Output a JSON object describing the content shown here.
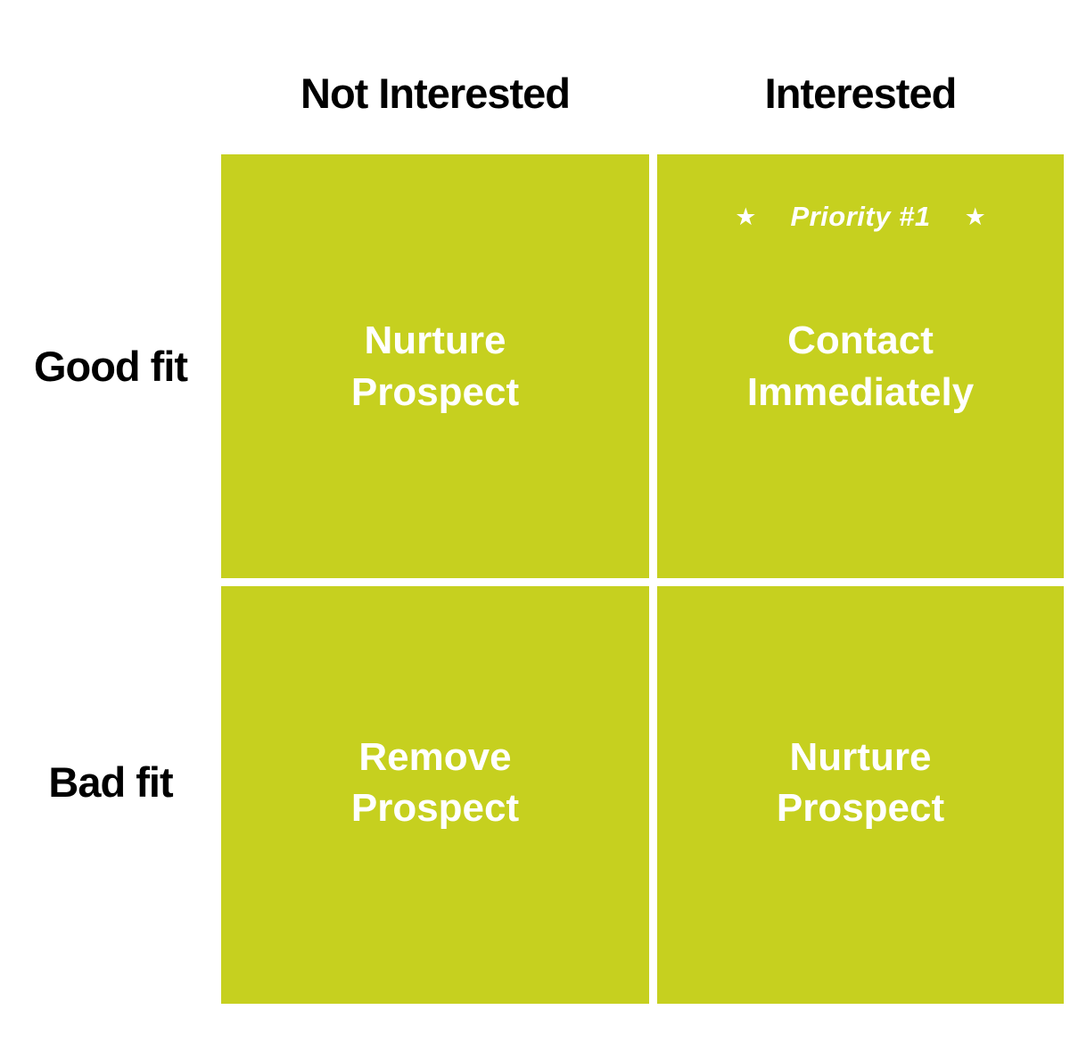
{
  "matrix": {
    "column_headers": [
      "Not Interested",
      "Interested"
    ],
    "row_labels": [
      "Good fit",
      "Bad fit"
    ],
    "quadrants": [
      {
        "row": "Good fit",
        "column": "Not Interested",
        "lines": [
          "Nurture",
          "Prospect"
        ]
      },
      {
        "row": "Good fit",
        "column": "Interested",
        "lines": [
          "Contact",
          "Immediately"
        ],
        "badge": {
          "left_star": "★",
          "text": "Priority #1",
          "right_star": "★"
        }
      },
      {
        "row": "Bad fit",
        "column": "Not Interested",
        "lines": [
          "Remove",
          "Prospect"
        ]
      },
      {
        "row": "Bad fit",
        "column": "Interested",
        "lines": [
          "Nurture",
          "Prospect"
        ]
      }
    ]
  },
  "colors": {
    "quadrant_fill": "#c6d01f",
    "quadrant_text": "#ffffff",
    "label_text": "#000000",
    "background": "#ffffff"
  }
}
